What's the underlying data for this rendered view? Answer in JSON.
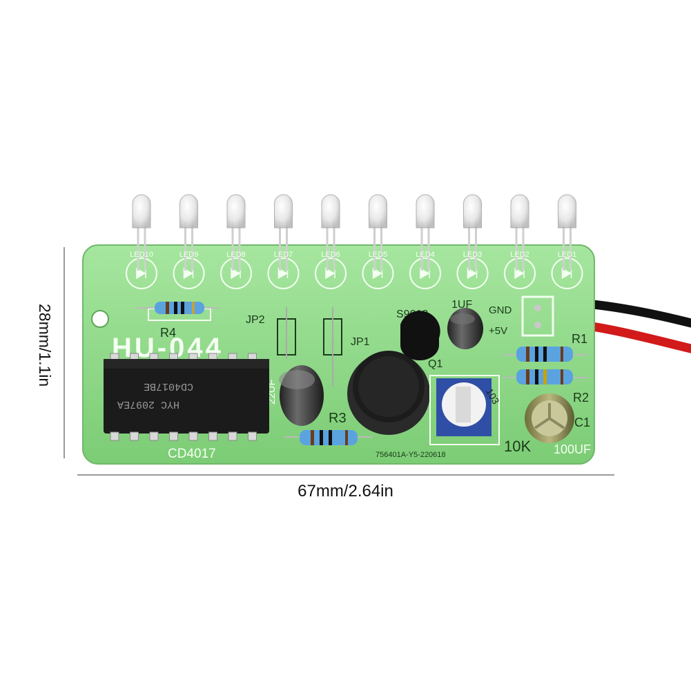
{
  "dimensions": {
    "width_label": "67mm/2.64in",
    "height_label": "28mm/1.1in"
  },
  "board": {
    "model": "HU-044",
    "color": "#8fd98a",
    "ic_label": "CD4017",
    "ic_marking_line1": "CD4017BE",
    "ic_marking_line2": "HYC 2097EA",
    "serial": "756401A-Y5-220618",
    "power_gnd": "GND",
    "power_vcc": "+5V",
    "transistor": "S9018",
    "cap_small": "1UF",
    "cap_mid": "22UF",
    "cap_large": "100UF",
    "pot": "10K",
    "pot_marking": "103",
    "labels": {
      "r1": "R1",
      "r2": "R2",
      "r3": "R3",
      "r4": "R4",
      "c1": "C1",
      "q1": "Q1",
      "jp1": "JP1",
      "jp2": "JP2"
    },
    "led_labels": [
      "LED10",
      "LED9",
      "LED8",
      "LED7",
      "LED6",
      "LED5",
      "LED4",
      "LED3",
      "LED2",
      "LED1"
    ]
  },
  "wires": {
    "gnd_color": "#111111",
    "vcc_color": "#d21a1a"
  }
}
